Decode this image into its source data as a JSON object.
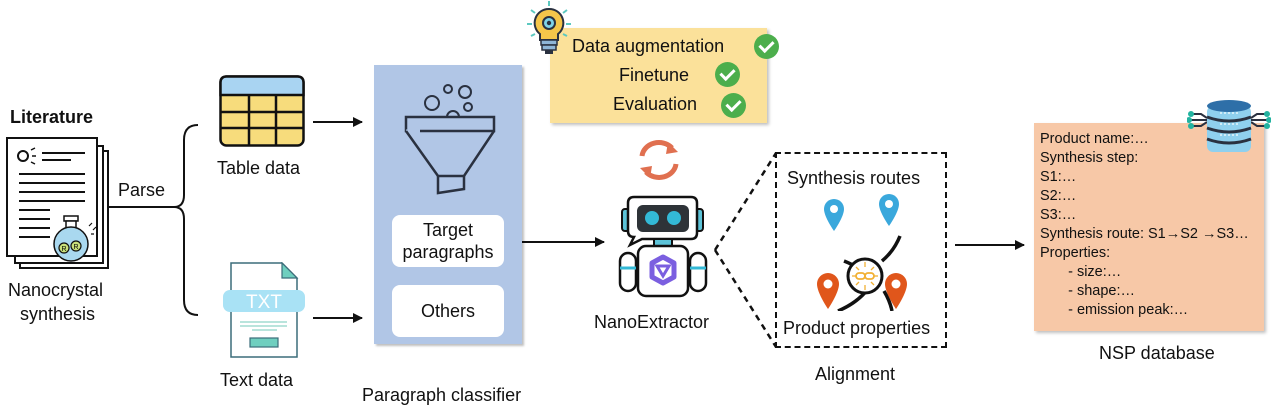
{
  "literature": {
    "title": "Literature",
    "caption_line1": "Nanocrystal",
    "caption_line2": "synthesis",
    "parse_label": "Parse"
  },
  "inputs": {
    "table_label": "Table data",
    "text_label": "Text data",
    "txt_badge": "TXT"
  },
  "classifier": {
    "target_line1": "Target",
    "target_line2": "paragraphs",
    "others": "Others",
    "caption": "Paragraph classifier"
  },
  "training": {
    "steps": [
      {
        "label": "Data augmentation",
        "done": true
      },
      {
        "label": "Finetune",
        "done": true
      },
      {
        "label": "Evaluation",
        "done": true
      }
    ]
  },
  "extractor": {
    "caption": "NanoExtractor"
  },
  "alignment": {
    "top_label": "Synthesis routes",
    "bottom_label": "Product properties",
    "caption": "Alignment"
  },
  "database": {
    "lines": [
      "Product name:…",
      "Synthesis step:",
      "S1:…",
      "S2:…",
      "S3:…",
      "Synthesis route: S1→S2 →S3…",
      "Properties:",
      "   - size:…",
      "   - shape:…",
      "   - emission peak:…"
    ],
    "caption": "NSP database"
  },
  "colors": {
    "classifier_bg": "#b1c6e6",
    "training_bg": "#fbe19a",
    "database_bg": "#f7c8a7",
    "check_green": "#4cae4c",
    "pin_blue": "#3aa8dc",
    "pin_orange": "#e0561b",
    "cycle_orange": "#e07050"
  }
}
